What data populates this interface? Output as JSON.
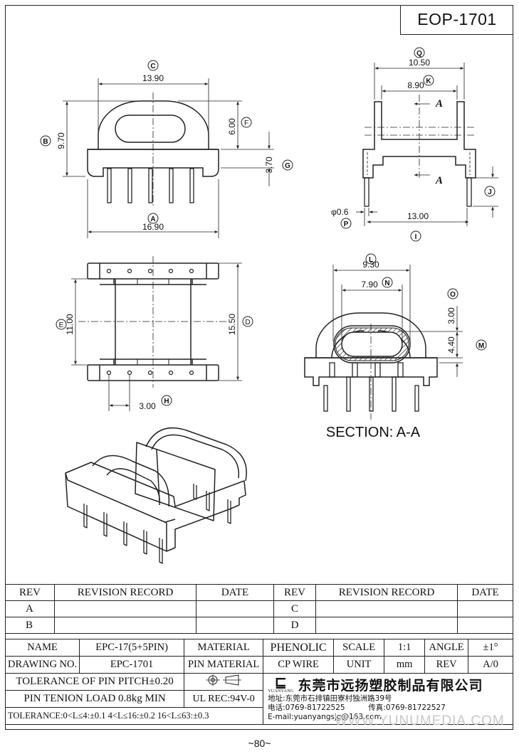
{
  "title": "EOP-1701",
  "views": {
    "front": {
      "C": "C",
      "dim_C": "13.90",
      "B": "B",
      "dim_B": "9.70",
      "F": "F",
      "dim_F": "6.00",
      "G": "G",
      "dim_G": "3.70",
      "A": "A",
      "dim_A": "16.90"
    },
    "side": {
      "Q": "Q",
      "dim_Q": "10.50",
      "K": "K",
      "dim_K": "8.90",
      "section_marker": "A",
      "J": "J",
      "P": "P",
      "dim_P": "φ0.6",
      "I": "I",
      "dim_I": "13.00"
    },
    "top": {
      "E": "E",
      "dim_E": "11.00",
      "D": "D",
      "dim_D": "15.50",
      "H": "H",
      "dim_H": "3.00"
    },
    "section": {
      "L": "L",
      "dim_L": "9.30",
      "N": "N",
      "dim_N": "7.90",
      "O": "O",
      "dim_O": "3.00",
      "M": "M",
      "dim_M": "4.40",
      "label": "SECTION: A-A"
    }
  },
  "revision_table": {
    "headers": [
      "REV",
      "REVISION RECORD",
      "DATE",
      "REV",
      "REVISION RECORD",
      "DATE"
    ],
    "rows": [
      [
        "A",
        "",
        "",
        "C",
        "",
        ""
      ],
      [
        "B",
        "",
        "",
        "D",
        "",
        ""
      ]
    ]
  },
  "spec": {
    "name_label": "NAME",
    "name_value": "EPC-17(5+5PIN)",
    "material_label": "MATERIAL",
    "material_value": "PHENOLIC",
    "scale_label": "SCALE",
    "scale_value": "1:1",
    "angle_label": "ANGLE",
    "angle_value": "±1°",
    "drawing_no_label": "DRAWING NO.",
    "drawing_no_value": "EPC-1701",
    "pin_material_label": "PIN MATERIAL",
    "pin_material_value": "CP WIRE",
    "unit_label": "UNIT",
    "unit_value": "mm",
    "rev_label": "REV",
    "rev_value": "A/0",
    "pin_pitch": "TOLERANCE OF PIN PITCH±0.20",
    "pin_tension": "PIN TENION LOAD 0.8kg MIN",
    "ul": "UL REC:94V-0",
    "tolerance": "TOLERANCE:0<L≤4:±0.1  4<L≤16:±0.2  16<L≤63:±0.3"
  },
  "company": {
    "logo_text": "YUANYANG",
    "name": "东莞市远扬塑胶制品有限公司",
    "address": "地址:东莞市石排镇田寮村独洲路39号",
    "phone": "电话:0769-81722525",
    "fax": "传真:0769-81722527",
    "email": "E-mail:yuanyangsjg@163.com"
  },
  "watermark": "WWW.YUNUMEDIA.COM",
  "page_number": "~80~"
}
